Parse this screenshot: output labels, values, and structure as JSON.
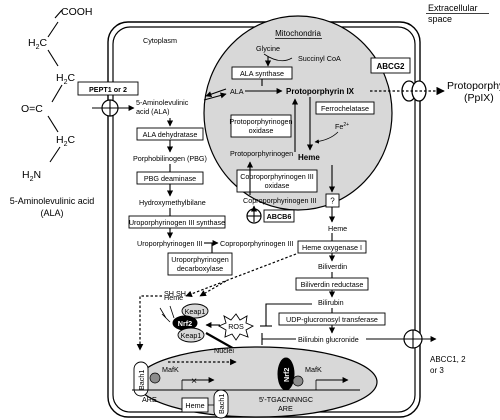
{
  "header": {
    "extracellular": "Extracellular space",
    "extracellular_l1": "Extracellular",
    "extracellular_l2": "space"
  },
  "compartments": {
    "cytoplasm": "Cytoplasm",
    "mitochondria": "Mitochondria",
    "nuclei": "Nuclei"
  },
  "ala_structure": {
    "cooh": "COOH",
    "h2c_top": "H",
    "h2c_top_sub": "2",
    "h2c_top_c": "C",
    "h2c_bot": "H",
    "h2c_bot_sub": "2",
    "h2c_bot_c": "C",
    "carbonyl_o": "O=C",
    "amine": "H",
    "amine_sub": "2",
    "amine_n": "N",
    "name_line1": "5-Aminolevulinic acid",
    "name_line2": "(ALA)"
  },
  "transporters": {
    "pept": "PEPT1 or 2",
    "abcg2": "ABCG2",
    "abcb6": "ABCB6",
    "abcc_l1": "ABCC1, 2",
    "abcc_l2": "or 3"
  },
  "ppix": {
    "line1": "Protoporphyrin IX",
    "line2": "(PpIX)"
  },
  "mito": {
    "glycine": "Glycine",
    "succinyl": "Succinyl CoA",
    "ala_synthase": "ALA synthase",
    "ala": "ALA",
    "protoporphyrin": "Protoporphyrin IX",
    "ferrochelatase": "Ferrochelatase",
    "fe": "Fe",
    "fe_charge": "2+",
    "heme": "Heme",
    "pp_oxidase_l1": "Protoporphyrinogen",
    "pp_oxidase_l2": "oxidase",
    "protoporphyrinogen": "Protoporphyrinogen",
    "cp_oxidase_l1": "Coproporphyrinogen III",
    "cp_oxidase_l2": "oxidase",
    "coproporphyrinogen": "Coproporphyrinogen III"
  },
  "cyto": {
    "ala_l1": "5-Aminolevulinic",
    "ala_l2": "acid (ALA)",
    "ala_dehydratase": "ALA dehydratase",
    "pbg": "Porphobilinogen (PBG)",
    "pbg_deaminase": "PBG deaminase",
    "hmb": "Hydroxymethylbilane",
    "uro_synthase": "Uroporphyrinogen III synthase",
    "uro": "Uroporphyrinogen III",
    "copro": "Coproporphyrinogen III",
    "uro_decarb_l1": "Uroporphyrinogen",
    "uro_decarb_l2": "decarboxylase",
    "question": "?",
    "heme_a": "Heme",
    "ho1": "Heme oxygenase I",
    "biliverdin": "Biliverdin",
    "bvr": "Biliverdin reductase",
    "bilirubin": "Bilirubin",
    "ugt": "UDP-glucronosyl transferase",
    "ros": "ROS",
    "bilirubin_gluc": "Bilirubin glucronide",
    "heme_b": "Heme"
  },
  "keap": {
    "sh": "SH  SH",
    "keap1": "Keap1",
    "nrf2": "Nrf2"
  },
  "nucleus": {
    "bach1": "Bach1",
    "mafk": "MafK",
    "are": "ARE",
    "heme": "Heme",
    "seq": "5'-TGACNNNGC",
    "are2": "ARE",
    "x": "×"
  }
}
